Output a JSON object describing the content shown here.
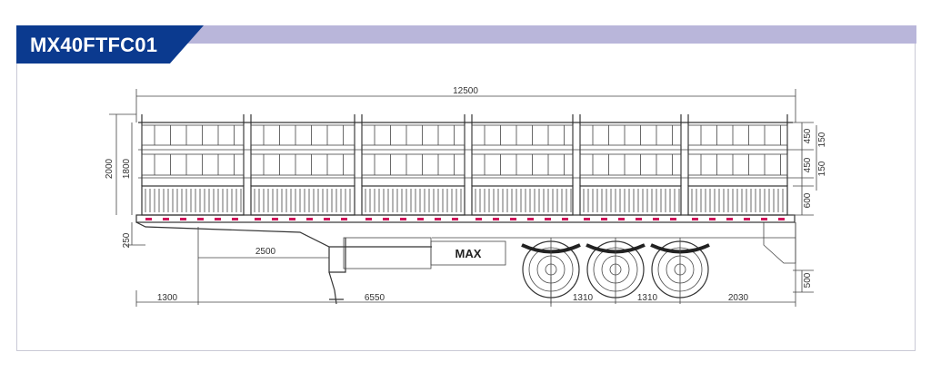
{
  "header": {
    "title": "MX40FTFC01"
  },
  "drawing": {
    "brand_plate": "MAX",
    "dimensions": {
      "overall_length": "12500",
      "overall_height": "2000",
      "body_height": "1800",
      "deck_offset": "250",
      "kingpin_to_landing_gear": "2500",
      "front_overhang": "1300",
      "kingpin_to_axle": "6550",
      "axle_spacing_1": "1310",
      "axle_spacing_2": "1310",
      "rear_overhang": "2030",
      "top_panel": "450",
      "middle_panel": "450",
      "bottom_panel": "600",
      "panel_gap_1": "150",
      "panel_gap_2": "150",
      "rear_bumper": "500"
    },
    "colors": {
      "accent": "#0b3a8f",
      "band": "#b9b6da",
      "marker": "#d0145a"
    }
  }
}
